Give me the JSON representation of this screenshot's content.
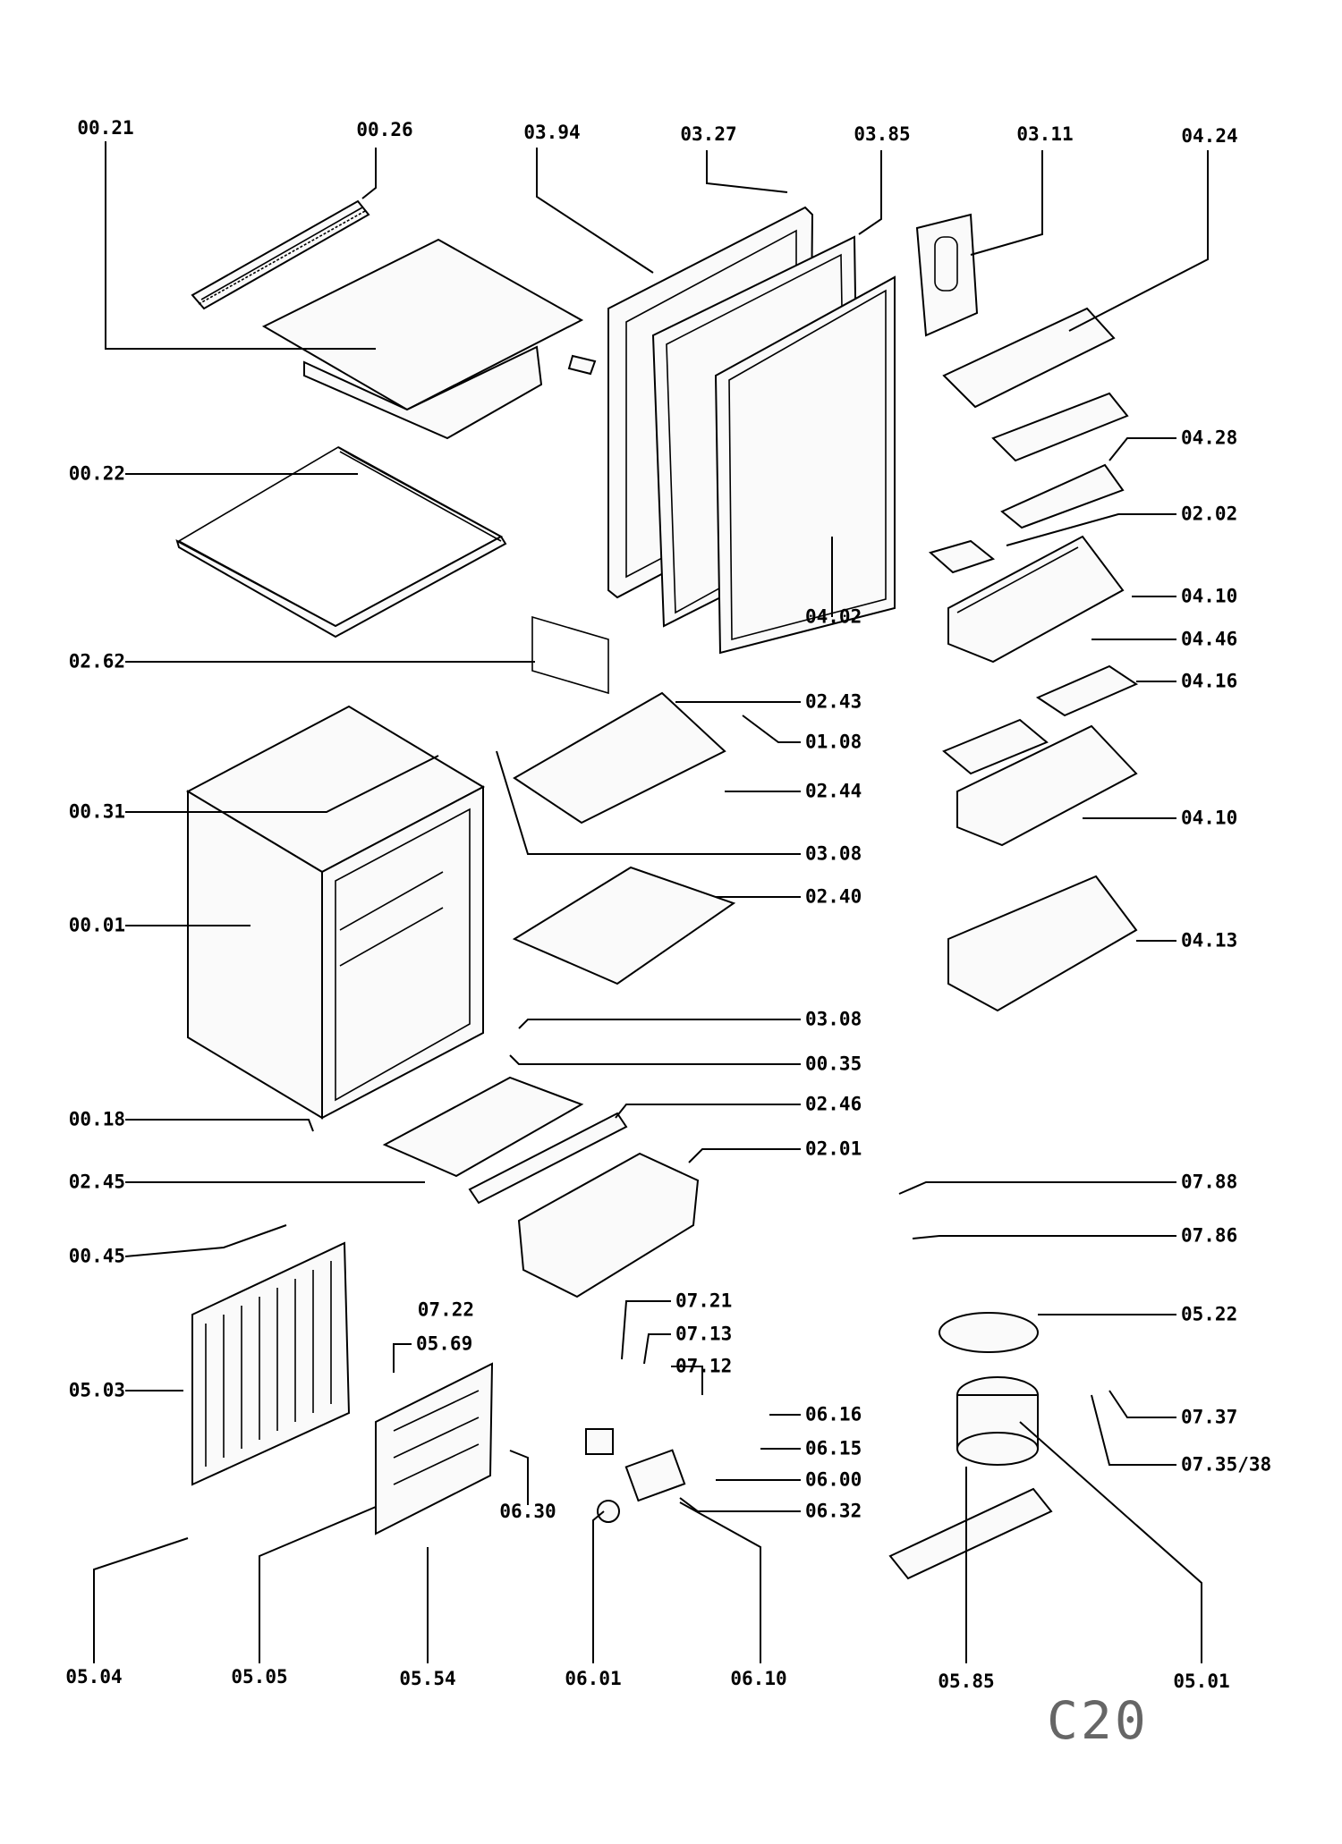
{
  "diagram": {
    "sheet_code": "C20",
    "part_numbers": [
      "00.21",
      "00.26",
      "03.94",
      "03.27",
      "03.85",
      "03.11",
      "04.24",
      "04.28",
      "02.02",
      "04.10",
      "04.46",
      "04.16",
      "00.22",
      "02.62",
      "02.43",
      "01.08",
      "02.44",
      "00.31",
      "03.08",
      "00.01",
      "02.40",
      "00.35",
      "00.18",
      "02.46",
      "02.01",
      "02.45",
      "00.45",
      "07.88",
      "07.86",
      "05.22",
      "07.22",
      "07.21",
      "07.13",
      "07.12",
      "06.16",
      "06.15",
      "06.00",
      "06.30",
      "06.32",
      "05.69",
      "05.03",
      "07.37",
      "07.35/38",
      "05.04",
      "05.05",
      "05.54",
      "06.01",
      "06.10",
      "05.85",
      "05.01",
      "04.02",
      "04.13"
    ]
  },
  "labels": {
    "l0021": "00.21",
    "l0026": "00.26",
    "l0394": "03.94",
    "l0327": "03.27",
    "l0385": "03.85",
    "l0311": "03.11",
    "l0424": "04.24",
    "l0428": "04.28",
    "l0202": "02.02",
    "l0410a": "04.10",
    "l0446": "04.46",
    "l0416": "04.16",
    "l0022": "00.22",
    "l0402": "04.02",
    "l0262": "02.62",
    "l0243": "02.43",
    "l0108": "01.08",
    "l0244": "02.44",
    "l0031": "00.31",
    "l0410b": "04.10",
    "l0308a": "03.08",
    "l0001": "00.01",
    "l0240": "02.40",
    "l0413": "04.13",
    "l0308b": "03.08",
    "l0035": "00.35",
    "l0018": "00.18",
    "l0246": "02.46",
    "l0201": "02.01",
    "l0245": "02.45",
    "l0788": "07.88",
    "l0045": "00.45",
    "l0786": "07.86",
    "l0721": "07.21",
    "l0722": "07.22",
    "l0522": "05.22",
    "l0713": "07.13",
    "l0569": "05.69",
    "l0712": "07.12",
    "l0503": "05.03",
    "l0616": "06.16",
    "l0737": "07.37",
    "l0615": "06.15",
    "l0600": "06.00",
    "l073538": "07.35/38",
    "l0630": "06.30",
    "l0632": "06.32",
    "l0504": "05.04",
    "l0505": "05.05",
    "l0554": "05.54",
    "l0601": "06.01",
    "l0610": "06.10",
    "l0585": "05.85",
    "l0501": "05.01"
  }
}
